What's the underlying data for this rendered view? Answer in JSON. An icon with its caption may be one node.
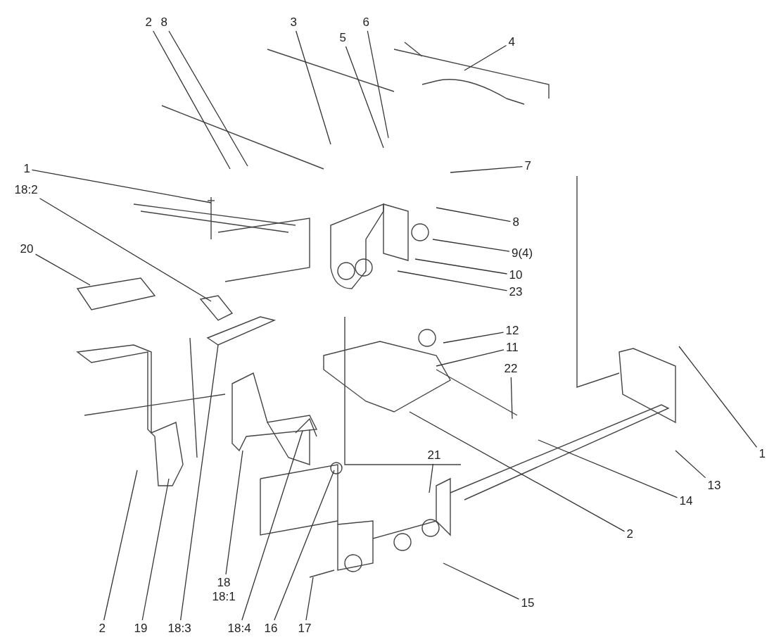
{
  "diagram": {
    "nodes": [
      {
        "text": [
          "2"
        ]
      },
      {
        "text": [
          "8"
        ]
      },
      {
        "text": [
          "3"
        ]
      },
      {
        "text": [
          "5"
        ]
      },
      {
        "text": [
          "6"
        ]
      },
      {
        "text": [
          "4"
        ]
      },
      {
        "text": [
          "1"
        ]
      },
      {
        "text": [
          "18:2"
        ]
      },
      {
        "text": [
          "20"
        ]
      },
      {
        "text": [
          "7"
        ]
      },
      {
        "text": [
          "8"
        ]
      },
      {
        "text": [
          "9(4)"
        ]
      },
      {
        "text": [
          "10"
        ]
      },
      {
        "text": [
          "23"
        ]
      },
      {
        "text": [
          "12"
        ]
      },
      {
        "text": [
          "11"
        ]
      },
      {
        "text": [
          "22"
        ]
      },
      {
        "text": [
          "1"
        ]
      },
      {
        "text": [
          "13"
        ]
      },
      {
        "text": [
          "14"
        ]
      },
      {
        "text": [
          "21"
        ]
      },
      {
        "text": [
          "2"
        ]
      },
      {
        "text": [
          "15"
        ]
      },
      {
        "text": [
          "2"
        ]
      },
      {
        "text": [
          "19"
        ]
      },
      {
        "text": [
          "18:3"
        ]
      },
      {
        "text": [
          "18",
          "18:1"
        ]
      },
      {
        "text": [
          "18:4"
        ]
      },
      {
        "text": [
          "16"
        ]
      },
      {
        "text": [
          "17"
        ]
      }
    ],
    "edges": [
      {
        "from": 0,
        "to": null,
        "arrow": "none"
      },
      {
        "from": 1,
        "to": null,
        "arrow": "none"
      },
      {
        "from": 2,
        "to": null,
        "arrow": "none"
      },
      {
        "from": 3,
        "to": null,
        "arrow": "none"
      },
      {
        "from": 4,
        "to": null,
        "arrow": "none"
      },
      {
        "from": 5,
        "to": null,
        "arrow": "none"
      },
      {
        "from": 6,
        "to": null,
        "arrow": "none"
      },
      {
        "from": 7,
        "to": null,
        "arrow": "none"
      },
      {
        "from": 8,
        "to": null,
        "arrow": "none"
      },
      {
        "from": 9,
        "to": null,
        "arrow": "none"
      },
      {
        "from": 10,
        "to": null,
        "arrow": "none"
      },
      {
        "from": 11,
        "to": null,
        "arrow": "none"
      },
      {
        "from": 12,
        "to": null,
        "arrow": "none"
      },
      {
        "from": 13,
        "to": null,
        "arrow": "none"
      },
      {
        "from": 14,
        "to": null,
        "arrow": "none"
      },
      {
        "from": 15,
        "to": null,
        "arrow": "none"
      },
      {
        "from": 16,
        "to": null,
        "arrow": "none"
      },
      {
        "from": 17,
        "to": null,
        "arrow": "none"
      },
      {
        "from": 18,
        "to": null,
        "arrow": "none"
      },
      {
        "from": 19,
        "to": null,
        "arrow": "none"
      },
      {
        "from": 20,
        "to": null,
        "arrow": "none"
      },
      {
        "from": 21,
        "to": null,
        "arrow": "none"
      },
      {
        "from": 22,
        "to": null,
        "arrow": "none"
      },
      {
        "from": 23,
        "to": null,
        "arrow": "none"
      },
      {
        "from": 24,
        "to": null,
        "arrow": "none"
      },
      {
        "from": 25,
        "to": null,
        "arrow": "none"
      },
      {
        "from": 26,
        "to": null,
        "arrow": "none"
      },
      {
        "from": 27,
        "to": null,
        "arrow": "none"
      },
      {
        "from": 28,
        "to": null,
        "arrow": "none"
      },
      {
        "from": 29,
        "to": null,
        "arrow": "none"
      }
    ]
  }
}
